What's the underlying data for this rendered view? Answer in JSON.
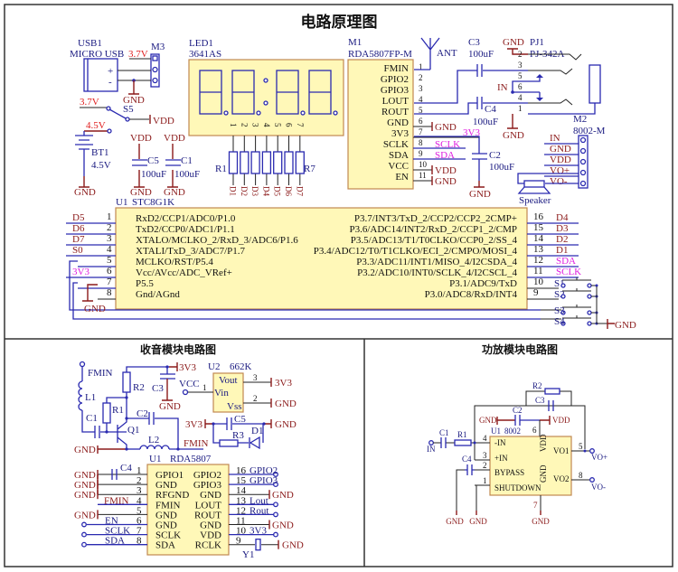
{
  "title": "电路原理图",
  "colors": {
    "wire": "#2a2ab0",
    "net_label": "#8b1a1a",
    "signal_label": "#e020e0",
    "power_label": "#e02020",
    "chip_fill": "#fff8b8"
  },
  "power": {
    "usb_ref": "USB1",
    "usb_value": "MICRO USB",
    "usb_net": "3.7V",
    "plus": "+",
    "minus": "-",
    "m3_ref": "M3",
    "gnd": "GND",
    "s5_net": "3.7V",
    "s5_ref": "S5",
    "s5_out": "VDD",
    "bt_net": "4.5V",
    "bt_ref": "BT1",
    "bt_value": "4.5V",
    "bt_gnd": "GND",
    "c5_net": "VDD",
    "c5_ref": "C5",
    "c5_value": "100uF",
    "c5_gnd": "GND",
    "c1_net": "VDD",
    "c1_ref": "C1",
    "c1_value": "100uF",
    "c1_gnd": "GND"
  },
  "led": {
    "ref": "LED1",
    "value": "3641AS",
    "pins": [
      "1",
      "2",
      "3",
      "4",
      "5",
      "6",
      "7"
    ],
    "nets": [
      "D1",
      "D2",
      "D3",
      "D4",
      "D5",
      "D6",
      "D7"
    ],
    "r_first": "R1",
    "r_last": "R7"
  },
  "radio": {
    "ref": "M1",
    "value": "RDA5807FP-M",
    "ant": "ANT",
    "pins": [
      {
        "num": "1",
        "name": "FMIN",
        "net": ""
      },
      {
        "num": "2",
        "name": "GPIO2",
        "net": ""
      },
      {
        "num": "3",
        "name": "GPIO3",
        "net": ""
      },
      {
        "num": "4",
        "name": "LOUT",
        "net": ""
      },
      {
        "num": "5",
        "name": "ROUT",
        "net": ""
      },
      {
        "num": "6",
        "name": "GND",
        "net": "GND"
      },
      {
        "num": "7",
        "name": "3V3",
        "net": "3V3"
      },
      {
        "num": "8",
        "name": "SCLK",
        "net": "SCLK"
      },
      {
        "num": "9",
        "name": "SDA",
        "net": "SDA"
      },
      {
        "num": "10",
        "name": "VCC",
        "net": "VDD"
      },
      {
        "num": "11",
        "name": "EN",
        "net": "GND"
      }
    ],
    "c3_ref": "C3",
    "c3_value": "100uF",
    "c4_ref": "C4",
    "c4_value": "100uF",
    "c2_ref": "C2",
    "c2_value": "100uF",
    "c2_gnd": "GND"
  },
  "jack": {
    "ref": "PJ1",
    "value": "PJ-342A",
    "gnd_top": "GND",
    "gnd_bottom": "GND",
    "in": "IN",
    "pins": [
      "2",
      "3",
      "5",
      "6",
      "4",
      "1"
    ]
  },
  "amp_module": {
    "ref": "M2",
    "value": "8002-M",
    "pins": [
      "IN",
      "GND",
      "VDD",
      "VO+",
      "VO-"
    ],
    "speaker": "Speaker"
  },
  "mcu": {
    "ref": "U1",
    "value": "STC8G1K",
    "left": [
      {
        "num": "1",
        "name": "RxD2/CCP1/ADC0/P1.0",
        "net": "D5"
      },
      {
        "num": "2",
        "name": "TxD2/CCP0/ADC1/P1.1",
        "net": "D6"
      },
      {
        "num": "3",
        "name": "XTALO/MCLKO_2/RxD_3/ADC6/P1.6",
        "net": "D7"
      },
      {
        "num": "4",
        "name": "XTALI/TxD_3/ADC7/P1.7",
        "net": "S0"
      },
      {
        "num": "5",
        "name": "MCLKO/RST/P5.4",
        "net": ""
      },
      {
        "num": "6",
        "name": "Vcc/AVcc/ADC_VRef+",
        "net": "3V3"
      },
      {
        "num": "7",
        "name": "P5.5",
        "net": ""
      },
      {
        "num": "8",
        "name": "Gnd/AGnd",
        "net": "GND"
      }
    ],
    "right": [
      {
        "num": "16",
        "name": "P3.7/INT3/TxD_2/CCP2/CCP2_2CMP+",
        "net": "D4"
      },
      {
        "num": "15",
        "name": "P3.6/ADC14/INT2/RxD_2/CCP1_2/CMP",
        "net": "D3"
      },
      {
        "num": "14",
        "name": "P3.5/ADC13/T1/T0CLKO/CCP0_2/SS_4",
        "net": "D2"
      },
      {
        "num": "13",
        "name": "P3.4/ADC12/T0/T1CLKO/ECI_2/CMPO/MOSI_4",
        "net": "D1"
      },
      {
        "num": "12",
        "name": "P3.3/ADC11/INT1/MISO_4/I2CSDA_4",
        "net": "SDA"
      },
      {
        "num": "11",
        "name": "P3.2/ADC10/INT0/SCLK_4/I2CSCL_4",
        "net": "SCLK"
      },
      {
        "num": "10",
        "name": "P3.1/ADC9/TxD",
        "net": "S1"
      },
      {
        "num": "9",
        "name": "P3.0/ADC8/RxD/INT4",
        "net": "S2"
      }
    ],
    "s3": "S3",
    "s4": "S4",
    "sw_gnd": "GND"
  },
  "fm_section": {
    "title": "收音模块电路图",
    "fmin": "FMIN",
    "l1": "L1",
    "c1": "C1",
    "r1": "R1",
    "q1": "Q1",
    "r2": "R2",
    "c2": "C2",
    "l2": "L2",
    "gnd": "GND",
    "fmin_out": "FMIN",
    "c3": "C3",
    "c3_net": "3V3",
    "c3_gnd": "GND",
    "vcc": "VCC",
    "u2_ref": "U2",
    "u2_value": "662K",
    "vout": "Vout",
    "vin": "Vin",
    "vss": "Vss",
    "p3": "3",
    "p1": "1",
    "p2": "2",
    "vout_net": "3V3",
    "vss_net": "GND",
    "c5_net": "3V3",
    "c5": "C5",
    "c5_gnd": "GND",
    "r3": "R3",
    "d1": "D1",
    "u1_ref": "U1",
    "u1_value": "RDA5807",
    "left": [
      {
        "num": "1",
        "name": "GPIO1",
        "net": "GND"
      },
      {
        "num": "2",
        "name": "GND",
        "net": "GND"
      },
      {
        "num": "3",
        "name": "RFGND",
        "net": "GND"
      },
      {
        "num": "4",
        "name": "FMIN",
        "net": "FMIN"
      },
      {
        "num": "5",
        "name": "GND",
        "net": "GND"
      },
      {
        "num": "6",
        "name": "GND",
        "net": "EN"
      },
      {
        "num": "7",
        "name": "SCLK",
        "net": "SCLK"
      },
      {
        "num": "8",
        "name": "SDA",
        "net": "SDA"
      }
    ],
    "right": [
      {
        "num": "16",
        "name": "GPIO2",
        "net": "GPIO2"
      },
      {
        "num": "15",
        "name": "GPIO3",
        "net": "GPIO3"
      },
      {
        "num": "14",
        "name": "GND",
        "net": "GND"
      },
      {
        "num": "13",
        "name": "LOUT",
        "net": "Lout"
      },
      {
        "num": "12",
        "name": "ROUT",
        "net": "Rout"
      },
      {
        "num": "11",
        "name": "GND",
        "net": "GND"
      },
      {
        "num": "10",
        "name": "VDD",
        "net": "3V3"
      },
      {
        "num": "9",
        "name": "RCLK",
        "net": "GND"
      }
    ],
    "c4": "C4",
    "y1": "Y1"
  },
  "amp_section": {
    "title": "功放模块电路图",
    "in": "IN",
    "c1": "C1",
    "r1": "R1",
    "r2": "R2",
    "c3": "C3",
    "c2": "C2",
    "c2_gnd": "GND",
    "c2_vdd": "VDD",
    "u1_ref": "U1",
    "u1_value": "8002",
    "pins": {
      "minus_in": "-IN",
      "plus_in": "+IN",
      "bypass": "BYPASS",
      "shutdown": "SHUTDOWN",
      "vdd": "VDD",
      "gnd": "GND",
      "vo1": "VO1",
      "vo2": "VO2"
    },
    "nums": {
      "p4": "4",
      "p3": "3",
      "p2": "2",
      "p1": "1",
      "p6": "6",
      "p7": "7",
      "p5": "5",
      "p8": "8"
    },
    "c4": "C4",
    "vo_plus": "VO+",
    "vo_minus": "VO-",
    "gnd1": "GND",
    "gnd2": "GND",
    "gnd3": "GND"
  }
}
